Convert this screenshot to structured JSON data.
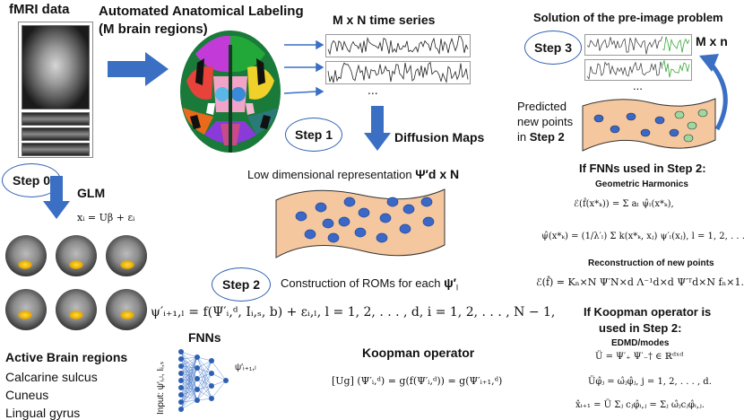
{
  "header": {
    "fmri": "fMRI data",
    "aal_line1": "Automated Anatomical Labeling",
    "aal_line2": "(M brain regions)",
    "mxn": "M x N time series",
    "ellipsis1": "...",
    "preimage": "Solution of the pre-image problem",
    "mxn_short": "M x n",
    "ellipsis2": "..."
  },
  "steps": {
    "s0": "Step 0",
    "s1": "Step 1",
    "s2": "Step 2",
    "s3": "Step 3"
  },
  "labels": {
    "glm": "GLM",
    "glm_eq": "xᵢ = Uβ + εᵢ",
    "diffusion": "Diffusion Maps",
    "lowdim": "Low dimensional representation",
    "psi_dxn": "Ψ′d x N",
    "predicted1": "Predicted",
    "predicted2": "new points",
    "predicted3_prefix": "in ",
    "predicted3_step": "Step 2",
    "rom": "Construction of ROMs for each",
    "rom_psi": "ψ′",
    "rom_psi_sub": "l",
    "fnns": "FNNs",
    "koopman": "Koopman operator",
    "fnn_input": "Input: ψ′ᵢ,ₗ, Iᵢ,ₛ",
    "fnn_output": "ψ′ᵢ₊₁,ₗ"
  },
  "active": {
    "title": "Active Brain regions",
    "regions": [
      "Calcarine sulcus",
      "Cuneus",
      "Lingual gyrus"
    ]
  },
  "right": {
    "if_fnn": "If FNNs used in Step 2:",
    "geo": "Geometric Harmonics",
    "recon": "Reconstruction of new points",
    "if_koop1": "If Koopman operator is",
    "if_koop2": "used in Step 2:",
    "edmd": "EDMD/modes"
  },
  "equations": {
    "main": "ψ′ᵢ₊₁,ₗ = f(Ψ′ᵢ,ᵈ, Iᵢ,ₛ, b) + εᵢ,ₗ,    l = 1, 2, . . . , d, i = 1, 2, . . . , N − 1,",
    "koopman_eq": "[Ug] (Ψ′ᵢ,ᵈ) = g(f(Ψ′ᵢ,ᵈ)) = g(Ψ′ᵢ₊₁,ᵈ)",
    "gh1": "ℰ(f̂(x*ₖ)) = Σ aₗ ψ̂ₗ(x*ₖ),",
    "gh2": "ψ̂(x*ₖ) = (1/λ′ₗ) Σ k(x*ₖ, xⱼ) ψ′ₗ(xⱼ),      l = 1, 2, . . . , d",
    "recon_eq": "ℰ(f̂) = Kₙ×N Ψ′N×d Λ⁻¹d×d Ψ′ᵀd×N fₙ×1.",
    "edmd1": "Ü = Ψ′₊ Ψ′₋†  ∈  ℝᵈˣᵈ",
    "edmd2": "Üφ̂ⱼ = ω̂ⱼφ̂ⱼ, j = 1, 2, . . . , d.",
    "edmd3": "x̂ᵢ₊₁ = Ü Σⱼ cⱼφ̂ᵢ,ⱼ = Σⱼ ω̂ⱼcⱼφ̂ᵢ,ⱼ."
  },
  "colors": {
    "accent": "#3a6fc4",
    "manifold": "#f4c79f",
    "dot": "#3b67c7",
    "green_dot": "#9fd99a"
  }
}
